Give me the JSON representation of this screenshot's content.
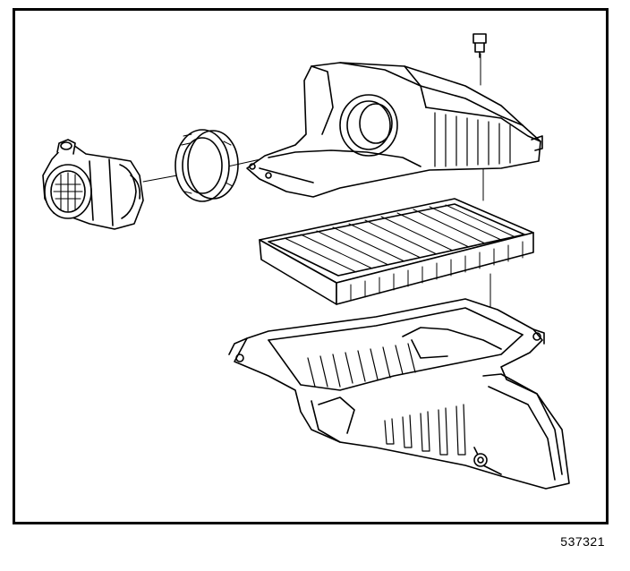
{
  "figure": {
    "id_label": "537321",
    "line_color": "#000000",
    "background_color": "#ffffff"
  },
  "parts": [
    {
      "name": "mass-airflow-sensor"
    },
    {
      "name": "outlet-clamp-ring"
    },
    {
      "name": "air-cleaner-upper-cover"
    },
    {
      "name": "cover-bolt"
    },
    {
      "name": "air-filter-element"
    },
    {
      "name": "air-cleaner-lower-housing"
    }
  ]
}
